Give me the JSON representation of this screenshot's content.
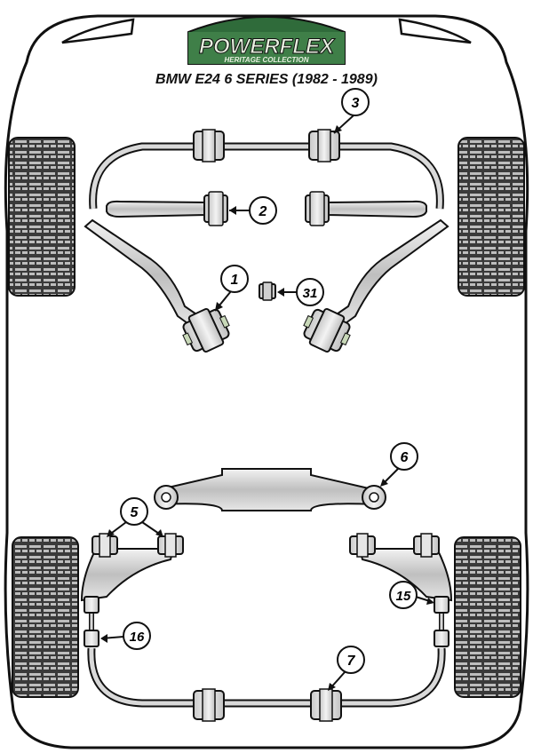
{
  "header": {
    "brand": "POWERFLEX",
    "sub_brand": "HERITAGE COLLECTION",
    "model": "BMW E24 6 SERIES (1982 - 1989)"
  },
  "callouts": [
    {
      "id": "c1",
      "label": "1"
    },
    {
      "id": "c2",
      "label": "2"
    },
    {
      "id": "c3",
      "label": "3"
    },
    {
      "id": "c31",
      "label": "31"
    },
    {
      "id": "c6",
      "label": "6"
    },
    {
      "id": "c5",
      "label": "5"
    },
    {
      "id": "c15",
      "label": "15"
    },
    {
      "id": "c16",
      "label": "16"
    },
    {
      "id": "c7",
      "label": "7"
    }
  ],
  "colors": {
    "outline": "#111111",
    "part_fill": "#d9d9d9",
    "bush_fill": "#e9ece6",
    "bush_accent": "#c8d8b8",
    "logo_green": "#2f6b3a",
    "tyre_dark": "#333333"
  }
}
